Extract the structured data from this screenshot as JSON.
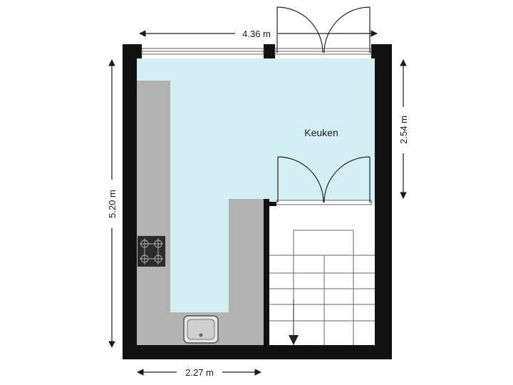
{
  "floorplan": {
    "rooms": [
      {
        "name": "Keuken",
        "fill": "#d3eff3"
      }
    ],
    "dimensions": {
      "top_width": "4.36 m",
      "bottom_width": "2.27 m",
      "left_height": "5.20 m",
      "right_height": "2.54 m"
    },
    "colors": {
      "wall": "#111111",
      "counter": "#b2b2b2",
      "stair_area": "#ffffff",
      "floor": "#d3eff3"
    }
  }
}
